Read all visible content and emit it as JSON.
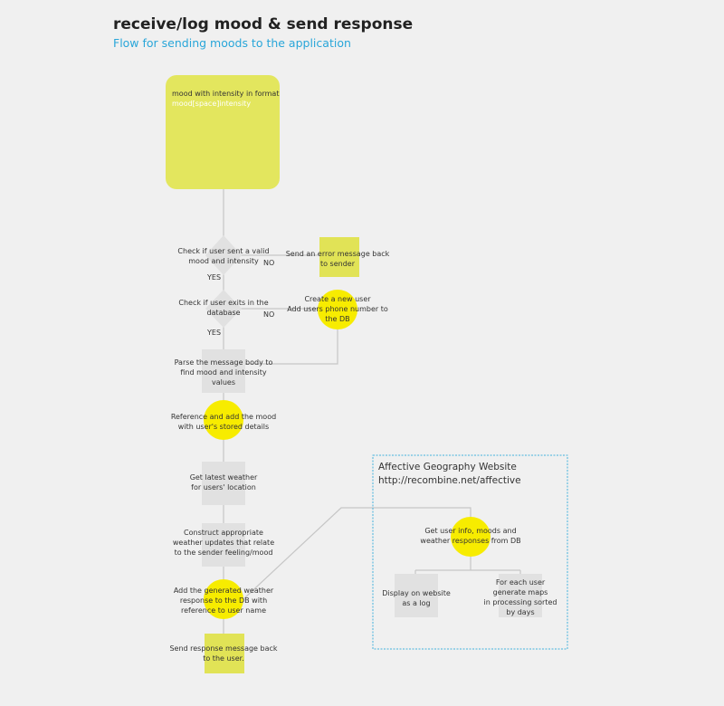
{
  "header": {
    "title": "receive/log mood & send response",
    "subtitle": "Flow for sending moods to the application"
  },
  "colors": {
    "background": "#f0f0f0",
    "rounded_box": "#e3e65e",
    "square_yellow": "#e1e356",
    "circle": "#f7ec00",
    "grey_box": "#e1e1e1",
    "connector": "#c6c6c6",
    "panel_border": "#45b2dd",
    "subtitle": "#29a6d9"
  },
  "flow": {
    "input_box": {
      "line1": "mood with intensity in format",
      "line2": "mood[space]intensity"
    },
    "check_valid": {
      "line1": "Check if user sent a valid",
      "line2": "mood and intensity"
    },
    "no_1": "NO",
    "error_box": {
      "line1": "Send an error message back",
      "line2": "to sender"
    },
    "yes_1": "YES",
    "check_exists": {
      "line1": "Check if user exits in the",
      "line2": "database"
    },
    "no_2": "NO",
    "create_user": {
      "line1": "Create a new user",
      "line2": "Add users phone number to",
      "line3": "the DB"
    },
    "yes_2": "YES",
    "parse": {
      "line1": "Parse the message body to",
      "line2": "find mood and intensity",
      "line3": "values"
    },
    "reference": {
      "line1": "Reference and add the mood",
      "line2": "with user's stored details"
    },
    "weather": {
      "line1": "Get latest weather",
      "line2": "for users' location"
    },
    "construct": {
      "line1": "Construct appropriate",
      "line2": "weather updates that relate",
      "line3": "to the sender feeling/mood"
    },
    "add_generated": {
      "line1": "Add the generated weather",
      "line2": "response to the DB with",
      "line3": "reference to user name"
    },
    "send_response": {
      "line1": "Send response message back",
      "line2": "to the user."
    }
  },
  "website_panel": {
    "title": "Affective Geography Website",
    "url": "http://recombine.net/affective",
    "get_info": {
      "line1": "Get user info, moods and",
      "line2": "weather responses from DB"
    },
    "display": {
      "line1": "Display on website",
      "line2": "as a log"
    },
    "maps": {
      "line1": "For each user",
      "line2": "generate maps",
      "line3": "in processing sorted",
      "line4": "by days"
    }
  }
}
